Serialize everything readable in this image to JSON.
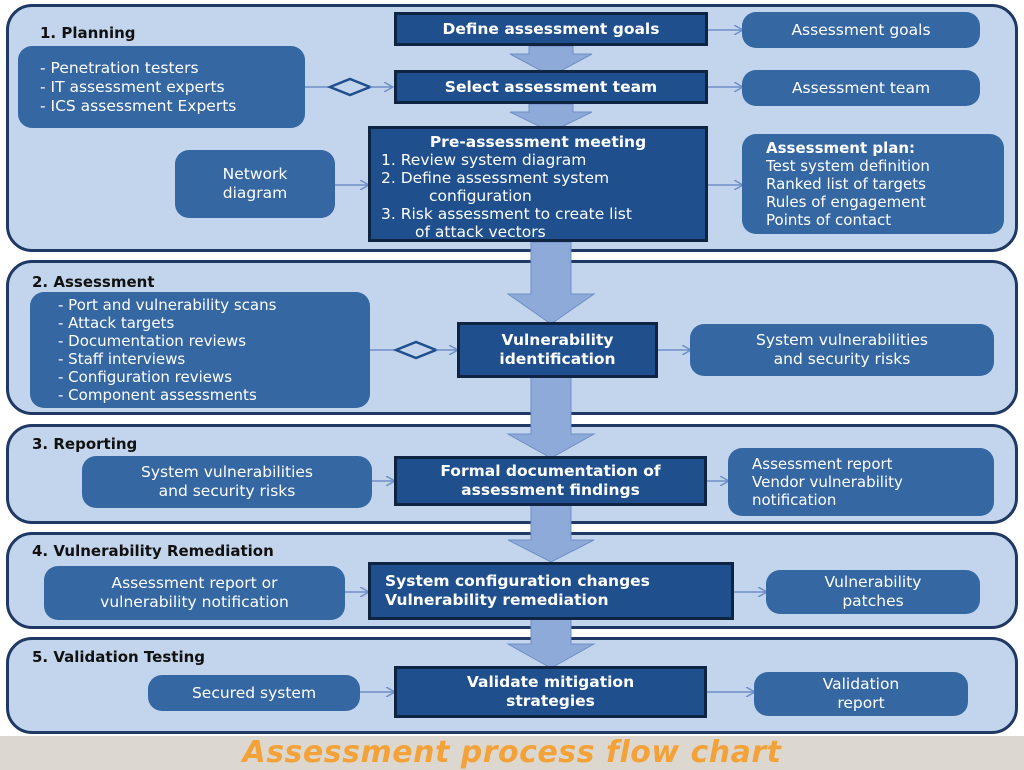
{
  "sections": {
    "planning": {
      "title": "1. Planning",
      "team_members": [
        "- Penetration testers",
        "- IT assessment experts",
        "- ICS assessment Experts"
      ],
      "network_diagram": [
        "Network",
        "diagram"
      ],
      "define_goals": "Define assessment goals",
      "goals_output": "Assessment  goals",
      "select_team": "Select assessment team",
      "team_output": "Assessment  team",
      "meeting_title": "Pre-assessment meeting",
      "meeting_items": [
        "1. Review system diagram",
        "2. Define assessment system",
        "configuration",
        "3. Risk assessment to create list",
        "of attack vectors"
      ],
      "plan_title": "Assessment plan:",
      "plan_items": [
        "Test system definition",
        "Ranked list of targets",
        "Rules of engagement",
        "Points of contact"
      ]
    },
    "assessment": {
      "title": "2. Assessment",
      "activities": [
        "- Port and vulnerability scans",
        "- Attack targets",
        "- Documentation reviews",
        "- Staff interviews",
        "- Configuration reviews",
        "- Component assessments"
      ],
      "process": [
        "Vulnerability",
        "identification"
      ],
      "output": [
        "System vulnerabilities",
        "and security risks"
      ]
    },
    "reporting": {
      "title": "3. Reporting",
      "input": [
        "System vulnerabilities",
        "and security risks"
      ],
      "process": [
        "Formal documentation of",
        "assessment findings"
      ],
      "output": [
        "Assessment report",
        "Vendor vulnerability",
        "notification"
      ]
    },
    "remediation": {
      "title": "4. Vulnerability Remediation",
      "input": [
        "Assessment  report or",
        "vulnerability notification"
      ],
      "process": [
        "System configuration changes",
        "Vulnerability remediation"
      ],
      "output": [
        "Vulnerability",
        "patches"
      ]
    },
    "validation": {
      "title": "5. Validation Testing",
      "input": "Secured system",
      "process": [
        "Validate mitigation",
        "strategies"
      ],
      "output": [
        "Validation",
        "report"
      ]
    }
  },
  "caption": "Assessment process flow chart",
  "colors": {
    "section_fill": "#c3d5ec",
    "section_border": "#1f3864",
    "box_fill": "#3567a3",
    "process_fill": "#1f4f8d",
    "arrow_fill": "#8eaad8",
    "caption": "#f3a23a"
  }
}
